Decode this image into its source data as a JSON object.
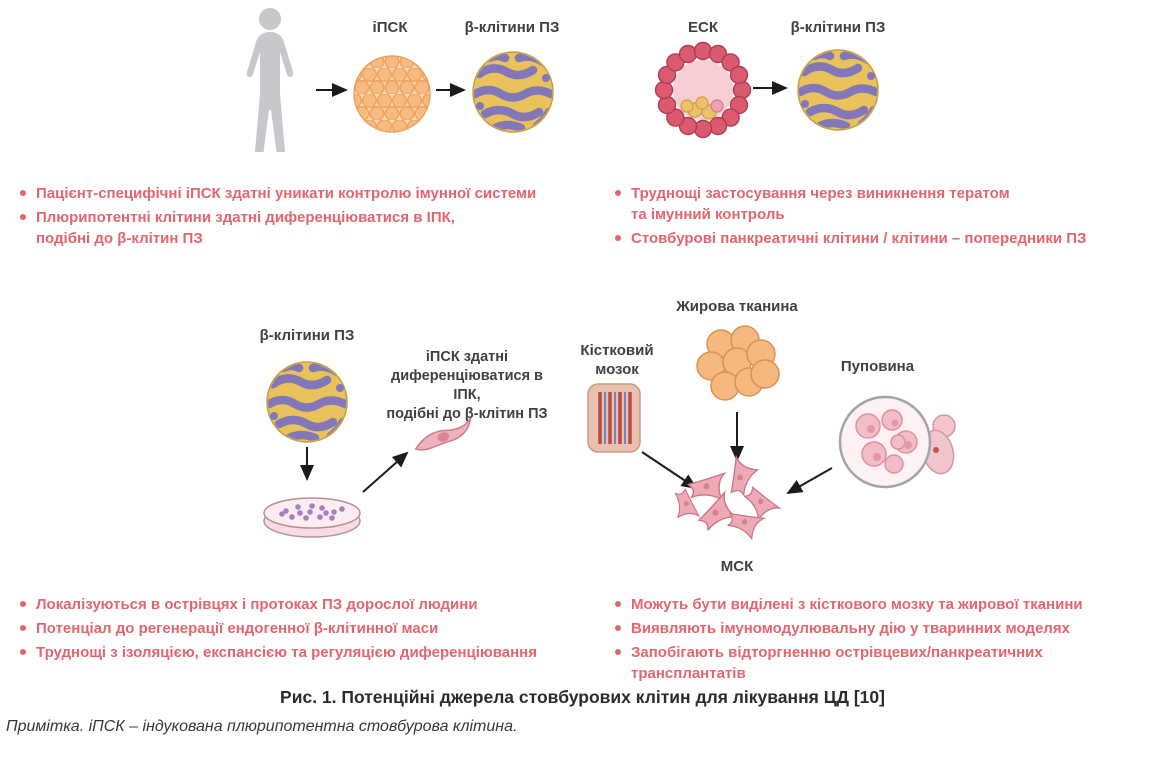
{
  "colors": {
    "accent": "#e5646e",
    "dark": "#3f3f45"
  },
  "panels": {
    "top_left": {
      "ipsc_label": "іПСК",
      "beta_label": "β-клітини ПЗ",
      "bullets": [
        "Пацієнт-специфічні іПСК здатні уникати контролю імунної системи",
        "Плюрипотентні клітини здатні диференціюватися в ІПК,\nподібні до β-клітин ПЗ"
      ]
    },
    "top_right": {
      "esc_label": "ЕСК",
      "beta_label": "β-клітини ПЗ",
      "bullets": [
        "Труднощі застосування через виникнення тератом\nта імунний контроль",
        "Стовбурові панкреатичні клітини / клітини – попередники ПЗ"
      ]
    },
    "bottom_left": {
      "beta_label": "β-клітини ПЗ",
      "annotation": "іПСК здатні\nдиференціюватися в ІПК,\nподібні до β-клітин ПЗ",
      "bullets": [
        "Локалізуються в острівцях і протоках ПЗ дорослої людини",
        "Потенціал до регенерації ендогенної β-клітинної маси",
        "Труднощі з ізоляцією, експансією та регуляцією диференціювання"
      ]
    },
    "bottom_right": {
      "adipose_label": "Жирова тканина",
      "bone_label": "Кістковий\nмозок",
      "umbilical_label": "Пуповина",
      "msc_label": "МСК",
      "bullets": [
        "Можуть бути виділені з кісткового мозку та жирової тканини",
        "Виявляють імуномодулювальну дію у тваринних моделях",
        "Запобігають відторгненню острівцевих/панкреатичних трансплантатів"
      ]
    }
  },
  "caption": "Рис. 1. Потенційні джерела стовбурових клітин для лікування ЦД [10]",
  "note": "Примітка. іПСК – індукована плюрипотентна стовбурова клітина."
}
